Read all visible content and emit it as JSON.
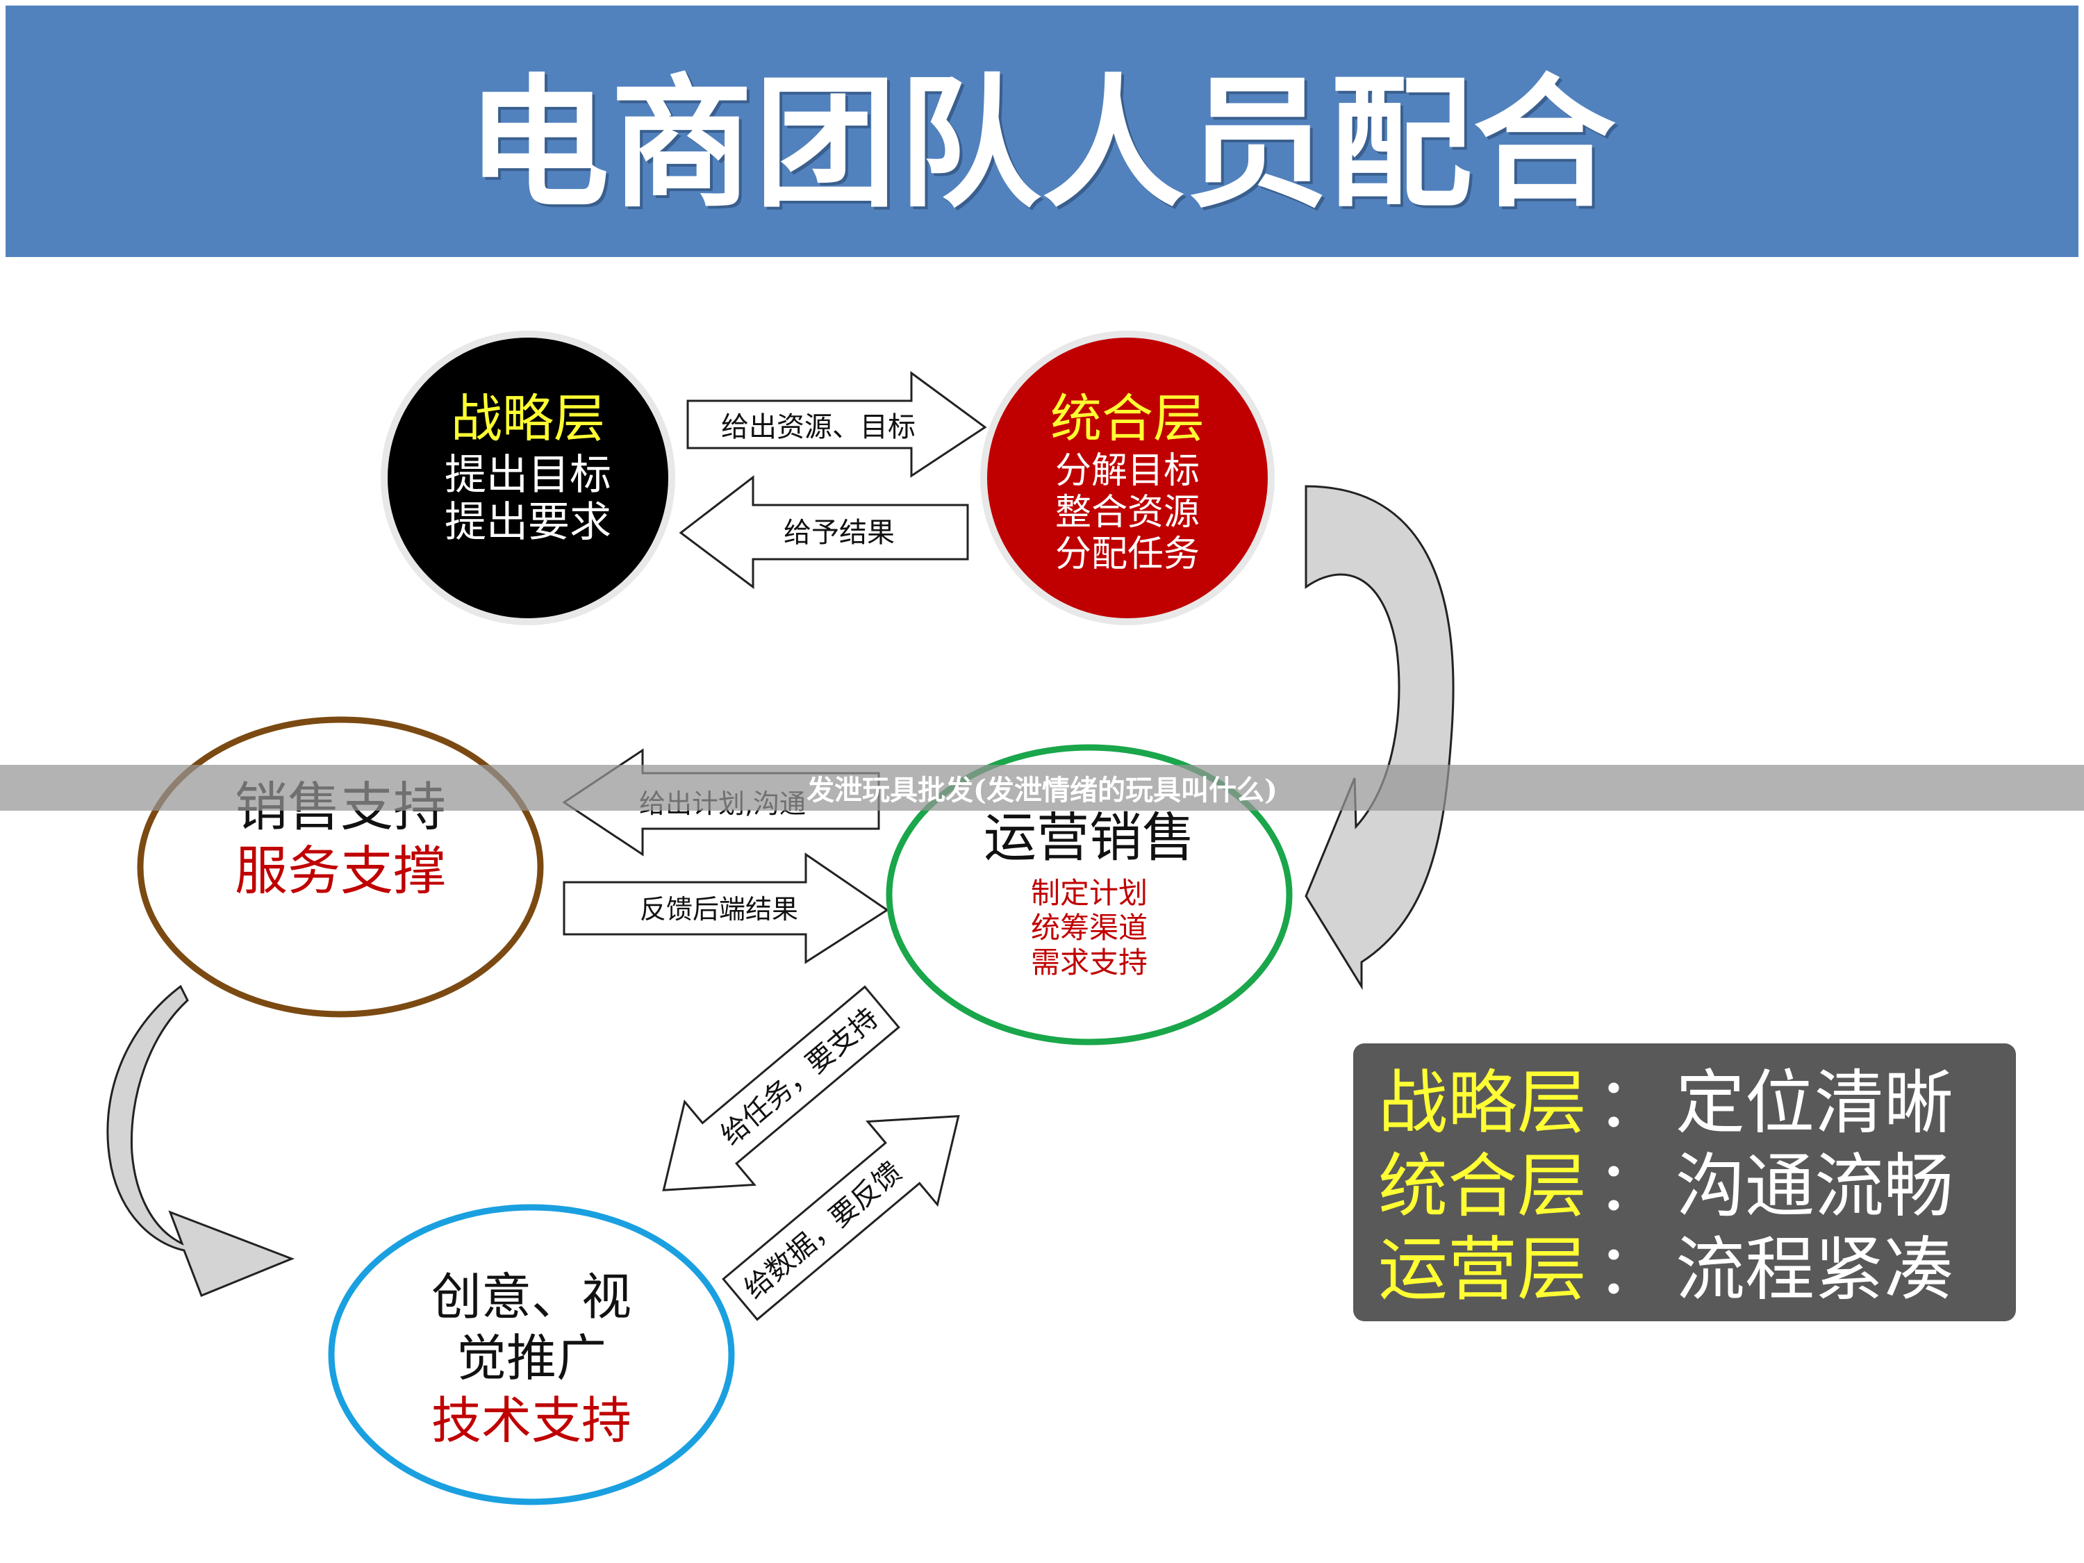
{
  "title": "电商团队人员配合",
  "watermark": "发泄玩具批发(发泄情绪的玩具叫什么)",
  "colors": {
    "header_bg": "#5282be",
    "strategy_fill": "#000000",
    "integration_fill": "#c00000",
    "sales_support_ring": "#7b4a12",
    "operations_ring": "#1aa64a",
    "creative_ring": "#1aa0e0",
    "title_yellow": "#ffff33",
    "red_text": "#c00000",
    "legend_bg": "#595959"
  },
  "nodes": {
    "strategy": {
      "title": "战略层",
      "lines": [
        "提出目标",
        "提出要求"
      ]
    },
    "integration": {
      "title": "统合层",
      "lines": [
        "分解目标",
        "整合资源",
        "分配任务"
      ]
    },
    "sales_support": {
      "title": "销售支持",
      "subtitle": "服务支撑"
    },
    "operations": {
      "title": "运营销售",
      "lines": [
        "制定计划",
        "统筹渠道",
        "需求支持"
      ]
    },
    "creative": {
      "title_lines": [
        "创意、视",
        "觉推广"
      ],
      "subtitle": "技术支持"
    }
  },
  "arrows": {
    "strategy_to_integration": "给出资源、目标",
    "integration_to_strategy": "给予结果",
    "operations_to_sales": "给出计划,沟通",
    "sales_to_operations": "反馈后端结果",
    "operations_to_creative": "给任务，要支持",
    "creative_to_operations": "给数据，要反馈"
  },
  "legend": [
    {
      "key": "战略层",
      "sep": "：",
      "value": "定位清晰"
    },
    {
      "key": "统合层",
      "sep": "：",
      "value": "沟通流畅"
    },
    {
      "key": "运营层",
      "sep": "：",
      "value": "流程紧凑"
    }
  ]
}
